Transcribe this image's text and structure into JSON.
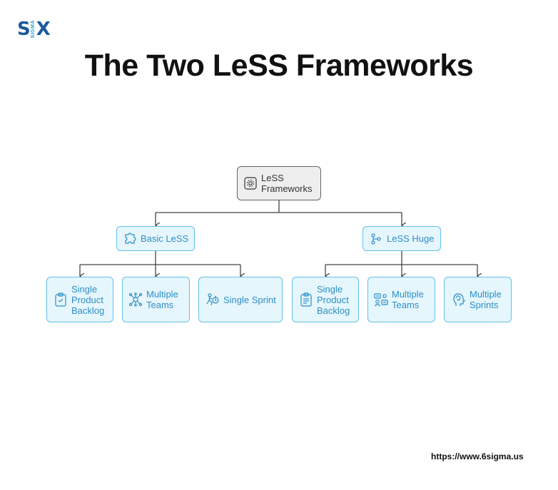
{
  "logo": {
    "left": "S",
    "middle": "SIGMA",
    "right": "X"
  },
  "title": "The Two LeSS Frameworks",
  "root": {
    "label": "LeSS Frameworks",
    "icon": "gear-icon"
  },
  "branches": [
    {
      "label": "Basic LeSS",
      "icon": "puzzle-icon",
      "children": [
        {
          "label": "Single Product Backlog",
          "icon": "clipboard-check-icon"
        },
        {
          "label": "Multiple Teams",
          "icon": "network-hub-icon"
        },
        {
          "label": "Single Sprint",
          "icon": "runner-stopwatch-icon"
        }
      ]
    },
    {
      "label": "LeSS Huge",
      "icon": "git-branch-icon",
      "children": [
        {
          "label": "Single Product Backlog",
          "icon": "clipboard-list-icon"
        },
        {
          "label": "Multiple Teams",
          "icon": "team-chat-icon"
        },
        {
          "label": "Multiple Sprints",
          "icon": "cycle-head-icon"
        }
      ]
    }
  ],
  "footer_url": "https://www.6sigma.us",
  "colors": {
    "node_border": "#5fc1ea",
    "node_fill": "#e6f6fd",
    "node_text": "#2b8fc6",
    "root_fill": "#eeeeee",
    "logo": "#1a5b9c"
  }
}
